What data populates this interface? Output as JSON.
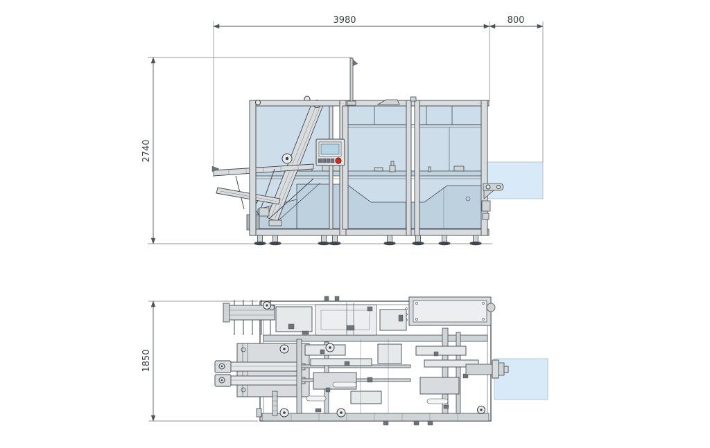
{
  "drawing": {
    "kind": "technical-dimension-drawing",
    "subject": "packaging-machine-two-views",
    "views": {
      "side_elevation": {
        "length_mm": "3980",
        "outfeed_extension_mm": "800",
        "height_mm": "2740",
        "highlight_zone": "outfeed-conveyor-area"
      },
      "plan": {
        "depth_mm": "1850",
        "highlight_zone": "outfeed-conveyor-area"
      }
    },
    "labels": {
      "length": "3980",
      "outfeed": "800",
      "height": "2740",
      "depth": "1850"
    },
    "colors": {
      "background": "#ffffff",
      "line": "#41474c",
      "machine_gray": "#d9dcde",
      "guard_panel_blue": "#c9dce9",
      "highlight_blue": "#d8eaf7",
      "estop_red": "#cf2b20"
    }
  }
}
